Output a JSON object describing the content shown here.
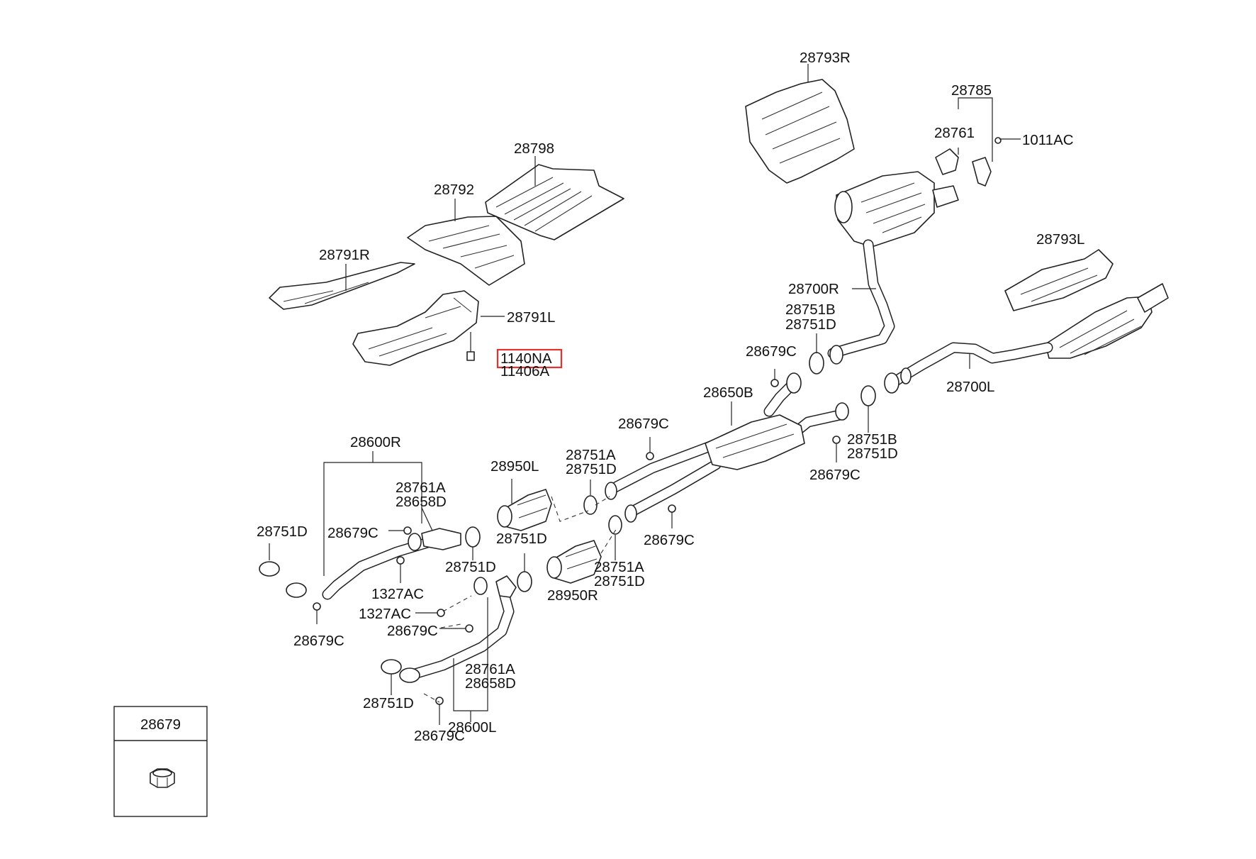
{
  "diagram": {
    "labels": [
      "28793R",
      "28785",
      "28761",
      "1011AC",
      "28798",
      "28792",
      "28791R",
      "28791L",
      "1140NA",
      "11406A",
      "28793L",
      "28700R",
      "28751B",
      "28751D",
      "28679C",
      "28650B",
      "28700L",
      "28751B",
      "28751D",
      "28600R",
      "28679C",
      "28761A",
      "28658D",
      "28950L",
      "28751A",
      "28751D",
      "28751D",
      "28679C",
      "28679C",
      "28751D",
      "28751D",
      "28950R",
      "28751A",
      "28751D",
      "1327AC",
      "1327AC",
      "28679C",
      "28679C",
      "28761A",
      "28658D",
      "28751D",
      "28679C",
      "28600L",
      "28679C"
    ],
    "highlighted_label": "1140NA",
    "inset_label": "28679"
  },
  "colors": {
    "highlight": "#e8302c",
    "line": "#222222"
  }
}
